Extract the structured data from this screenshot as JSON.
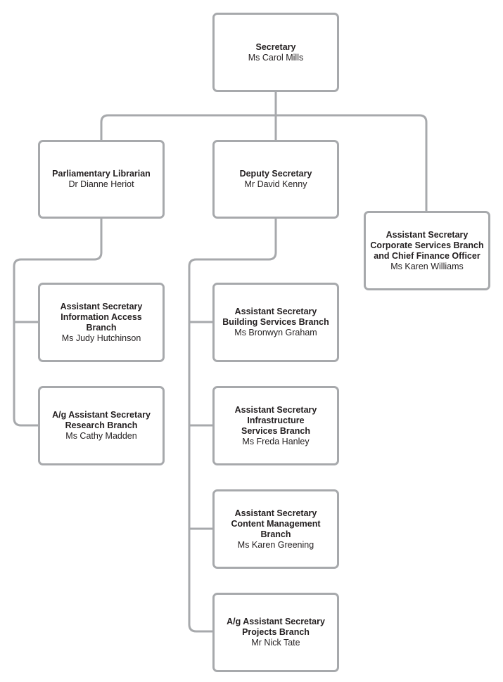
{
  "org_chart": {
    "secretary": {
      "role": "Secretary",
      "person": "Ms Carol Mills"
    },
    "librarian": {
      "role": "Parliamentary Librarian",
      "person": "Dr Dianne Heriot"
    },
    "deputy": {
      "role": "Deputy Secretary",
      "person": "Mr David Kenny"
    },
    "corporate": {
      "role": "Assistant Secretary\nCorporate Services Branch\nand Chief Finance Officer",
      "person": "Ms Karen Williams"
    },
    "info": {
      "role": "Assistant Secretary\nInformation Access Branch",
      "person": "Ms Judy Hutchinson"
    },
    "research": {
      "role": "A/g Assistant Secretary\nResearch Branch",
      "person": "Ms Cathy Madden"
    },
    "building": {
      "role": "Assistant Secretary\nBuilding Services Branch",
      "person": "Ms Bronwyn Graham"
    },
    "infra": {
      "role": "Assistant Secretary\nInfrastructure\nServices Branch",
      "person": "Ms Freda Hanley"
    },
    "content": {
      "role": "Assistant Secretary\nContent Management\nBranch",
      "person": "Ms Karen Greening"
    },
    "projects": {
      "role": "A/g Assistant Secretary\nProjects Branch",
      "person": "Mr Nick Tate"
    }
  },
  "colors": {
    "box_border": "#a7a9ac",
    "connector": "#a7a9ac",
    "text": "#231f20"
  }
}
